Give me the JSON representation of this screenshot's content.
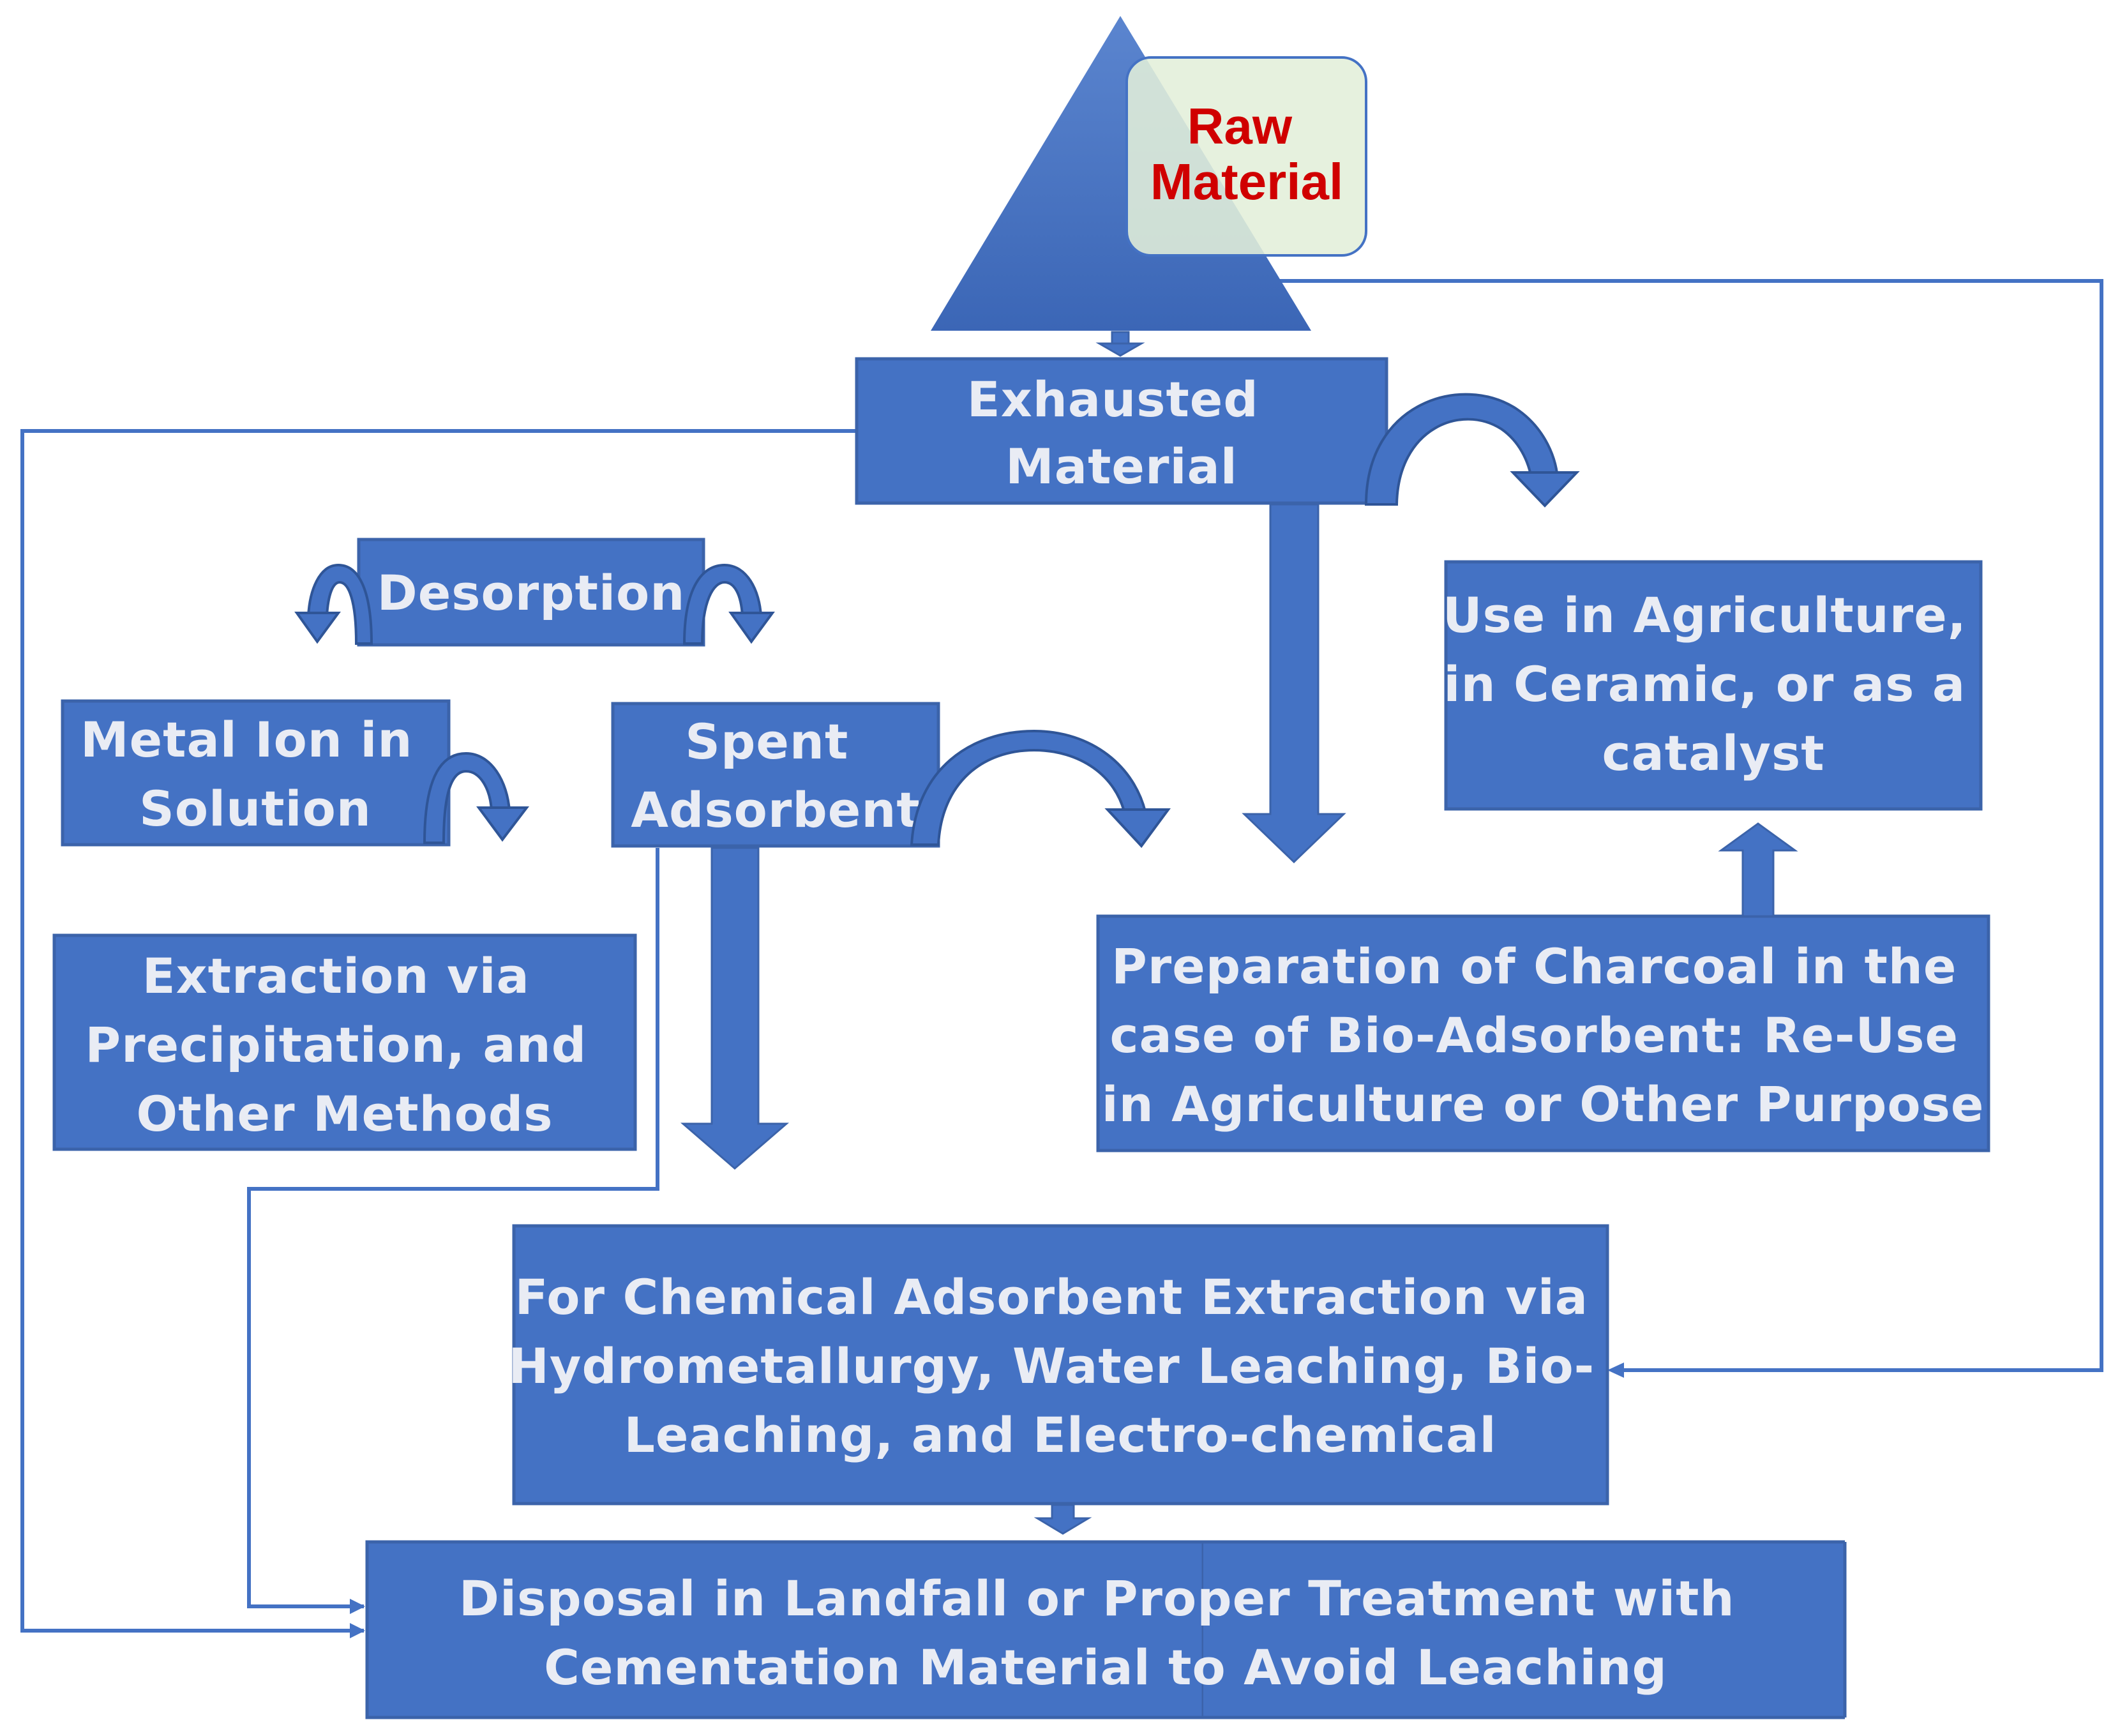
{
  "colors": {
    "box_fill": "#4472c4",
    "box_text": "#e9ecf4",
    "raw_material_text": "#d00000",
    "raw_material_box": "#e2efd9"
  },
  "nodes": {
    "raw_material": [
      "Raw",
      "Material"
    ],
    "exhausted_material": [
      "Exhausted",
      "Material"
    ],
    "desorption": [
      "Desorption"
    ],
    "metal_ion": [
      "Metal Ion in",
      "Solution"
    ],
    "spent_adsorbent": [
      "Spent",
      "Adsorbent"
    ],
    "extraction_precipitation": [
      "Extraction via",
      "Precipitation, and",
      "Other Methods"
    ],
    "use_agriculture": [
      "Use in Agriculture,",
      "in Ceramic, or as a",
      "catalyst"
    ],
    "charcoal_preparation": [
      "Preparation of Charcoal in the",
      "case of Bio-Adsorbent: Re-Use",
      "in Agriculture or Other Purpose"
    ],
    "chemical_extraction": [
      "For Chemical Adsorbent Extraction via",
      "Hydrometallurgy, Water Leaching, Bio-",
      "Leaching, and Electro-chemical"
    ],
    "disposal": [
      "Disposal in Landfall or Proper Treatment with",
      "Cementation Material to Avoid Leaching"
    ]
  }
}
